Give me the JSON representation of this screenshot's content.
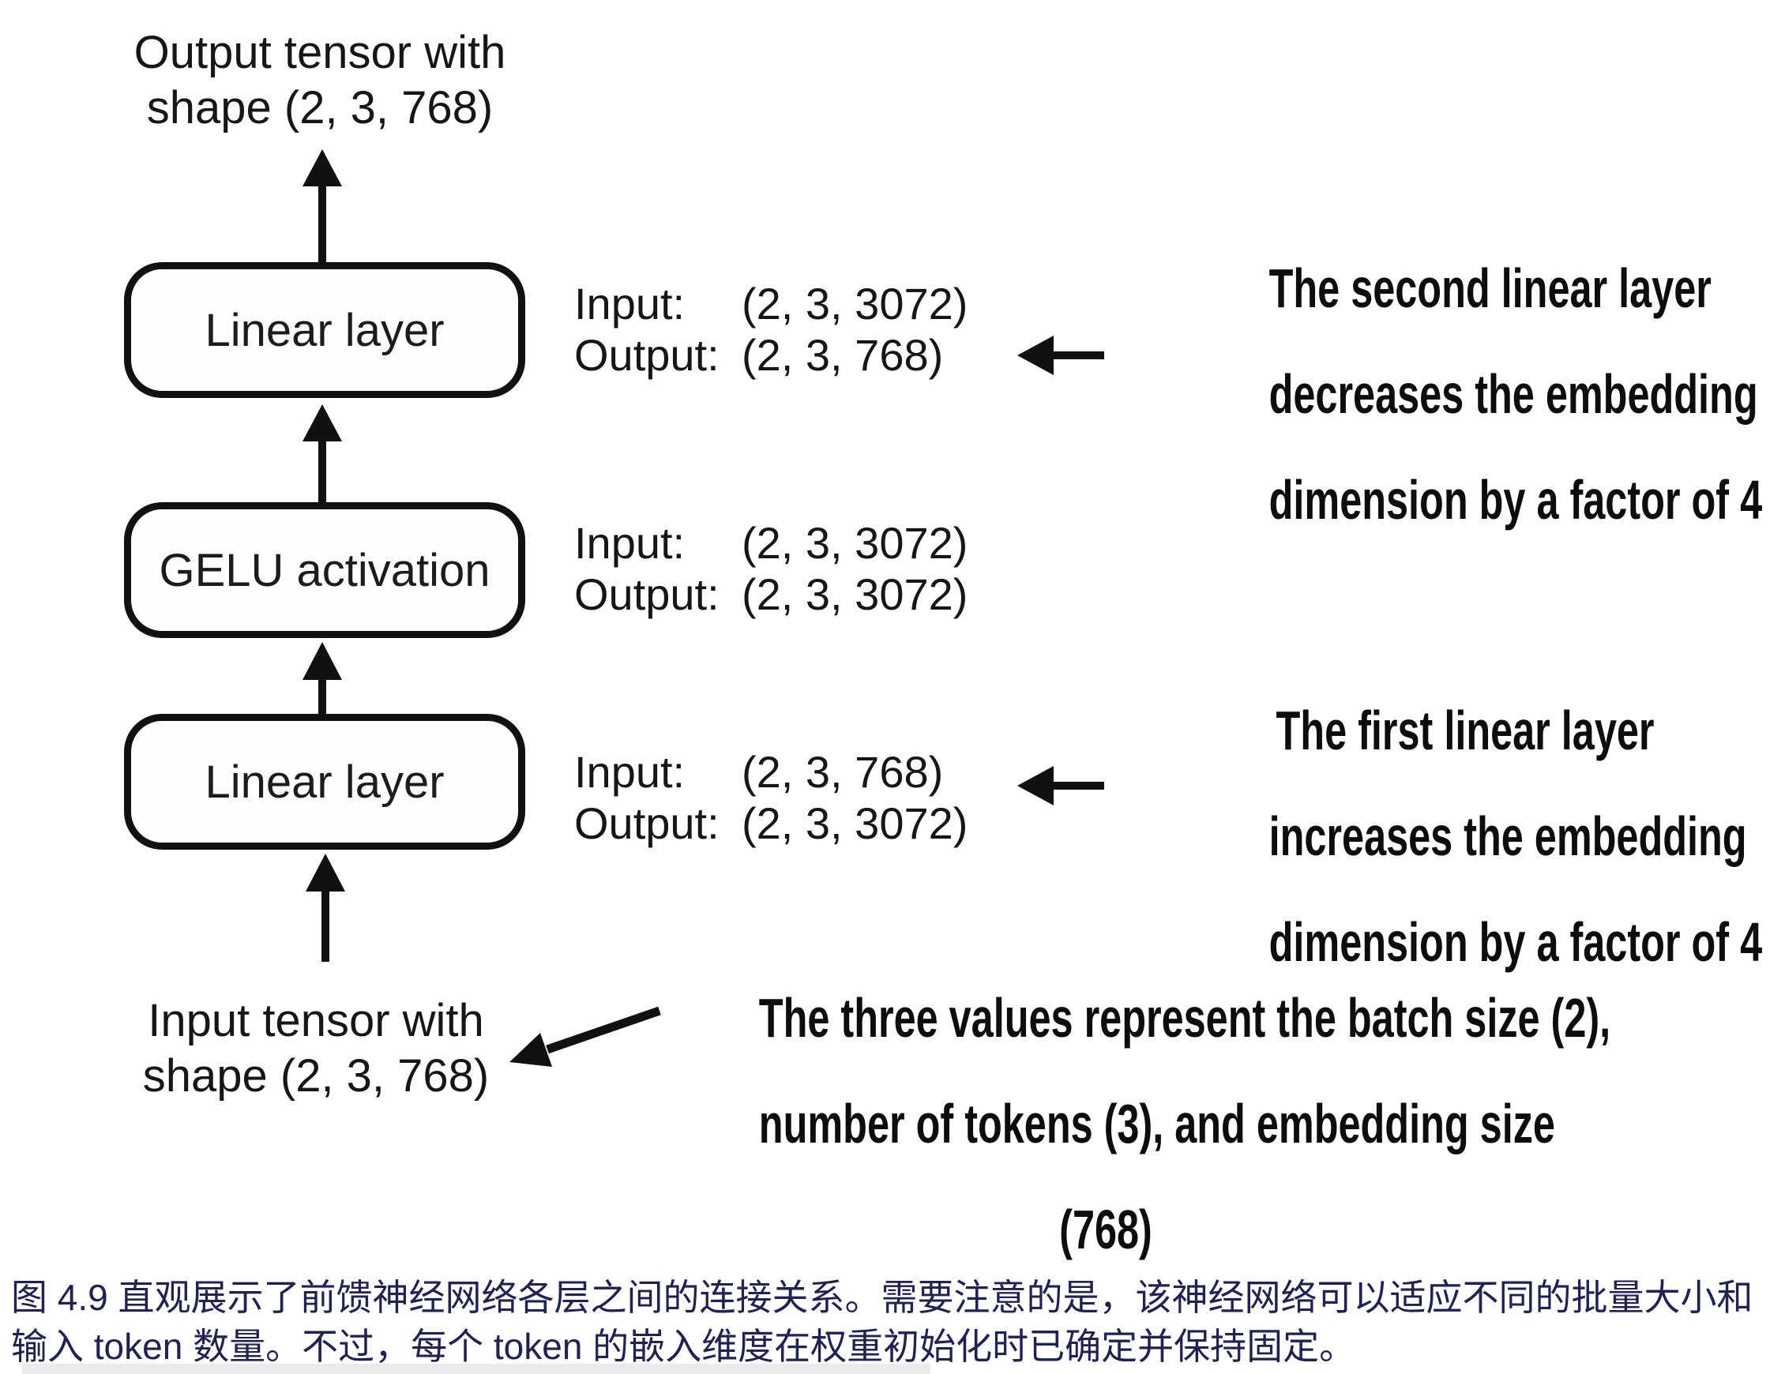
{
  "diagram": {
    "output_label": {
      "line1": "Output tensor with",
      "line2": "shape (2, 3, 768)"
    },
    "input_label": {
      "line1": "Input tensor with",
      "line2": "shape (2, 3, 768)"
    },
    "boxes": [
      {
        "label": "Linear layer"
      },
      {
        "label": "GELU activation"
      },
      {
        "label": "Linear layer"
      }
    ],
    "io_blocks": [
      {
        "input_label": "Input:",
        "input_value": "(2, 3, 3072)",
        "output_label": "Output:",
        "output_value": "(2, 3, 768)"
      },
      {
        "input_label": "Input:",
        "input_value": "(2, 3, 3072)",
        "output_label": "Output:",
        "output_value": "(2, 3, 3072)"
      },
      {
        "input_label": "Input:",
        "input_value": "(2, 3, 768)",
        "output_label": "Output:",
        "output_value": "(2, 3, 3072)"
      }
    ],
    "annotations": [
      {
        "lines": [
          "The second linear layer",
          "decreases the embedding",
          "dimension by a factor of 4"
        ]
      },
      {
        "lines": [
          "The first linear layer",
          "increases the embedding",
          "dimension by a factor of 4"
        ]
      },
      {
        "lines": [
          "The three values represent the batch size (2),",
          "number of tokens (3), and embedding size",
          "(768)"
        ]
      }
    ],
    "icons": {
      "up_arrows": "arrow-up-icon",
      "left_arrows": "arrow-left-icon",
      "diagonal_arrow": "arrow-diagonal-icon"
    }
  },
  "caption": {
    "line1": "图 4.9 直观展示了前馈神经网络各层之间的连接关系。需要注意的是，该神经网络可以适应不同的批量大小和",
    "line2": "输入 token 数量。不过，每个 token 的嵌入维度在权重初始化时已确定并保持固定。"
  },
  "colors": {
    "ink": "#111111",
    "caption_text": "#22224f",
    "background": "#ffffff"
  }
}
